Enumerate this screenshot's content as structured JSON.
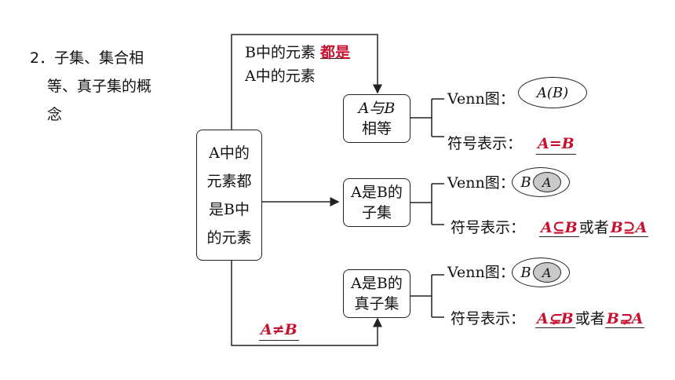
{
  "heading": {
    "number": "2．",
    "line1": "子集、集合相",
    "line2": "等、真子集的概",
    "line3": "念"
  },
  "center_box": {
    "line1": "A中的",
    "line2": "元素都",
    "line3": "是B中",
    "line4": "的元素"
  },
  "top_edge": {
    "line1": "B中的元素",
    "highlight": "都是",
    "line2": "A中的元素"
  },
  "bottom_edge": {
    "label": "A≠B"
  },
  "nodes": [
    {
      "line1": "A与B",
      "line2": "相等",
      "venn_label": "Venn图：",
      "venn_text": "A(B)",
      "symbol_label": "符号表示：",
      "answer": "A=B",
      "connector": "",
      "answer2": ""
    },
    {
      "line1": "A是B的",
      "line2": "子集",
      "venn_label": "Venn图：",
      "venn_outer": "B",
      "venn_inner": "A",
      "symbol_label": "符号表示：",
      "answer": "A⊆B",
      "connector": "或者",
      "answer2": "B⊇A"
    },
    {
      "line1": "A是B的",
      "line2": "真子集",
      "venn_label": "Venn图：",
      "venn_outer": "B",
      "venn_inner": "A",
      "symbol_label": "符号表示：",
      "answer": "A⊊B",
      "connector": "或者",
      "answer2": "B⊋A"
    }
  ],
  "colors": {
    "answer": "#c8102e",
    "line": "#222222",
    "venn_fill": "#c9c9c9"
  }
}
